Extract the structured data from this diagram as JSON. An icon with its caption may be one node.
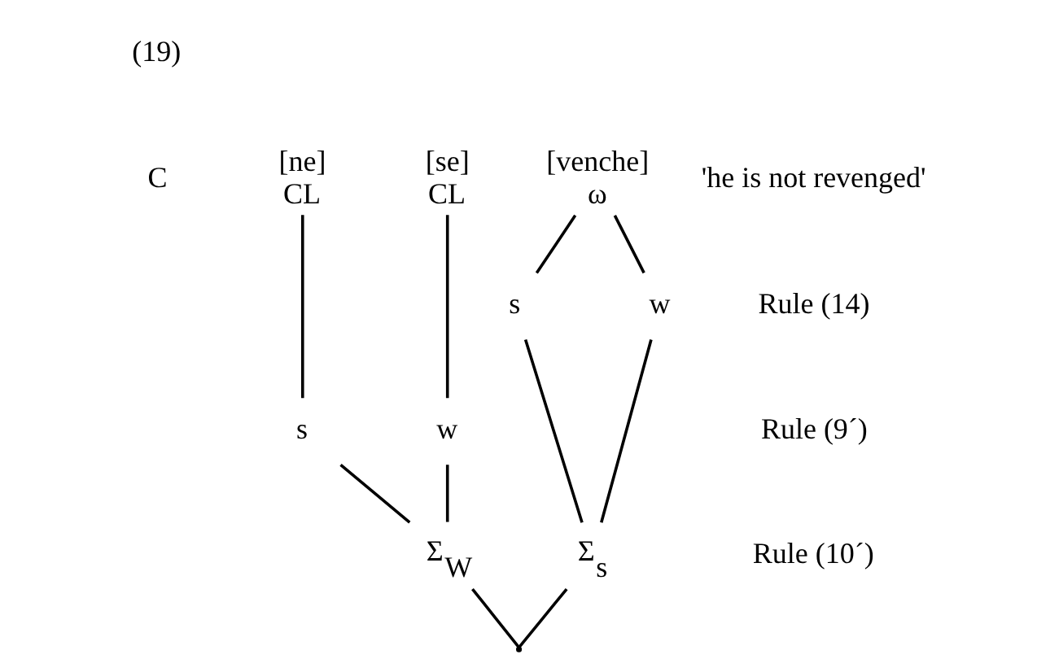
{
  "diagram": {
    "nodes": [
      {
        "text": [
          "[ne]",
          "CL"
        ]
      },
      {
        "text": [
          "[se]",
          "CL"
        ]
      },
      {
        "text": [
          "[venche]",
          "ω"
        ]
      },
      {
        "text": [
          "s"
        ]
      },
      {
        "text": [
          "w"
        ]
      },
      {
        "text": [
          "s"
        ]
      },
      {
        "text": [
          "w"
        ]
      },
      {
        "text": [
          "Σ$_{W}$"
        ]
      },
      {
        "text": [
          "Σ$_{s}$"
        ]
      },
      {
        "text": [],
        "shape": "point"
      }
    ],
    "edges": [
      {
        "from": 0,
        "to": 5,
        "arrow": "none"
      },
      {
        "from": 1,
        "to": 6,
        "arrow": "none"
      },
      {
        "from": 2,
        "to": 3,
        "arrow": "none"
      },
      {
        "from": 2,
        "to": 4,
        "arrow": "none"
      },
      {
        "from": 5,
        "to": 7,
        "arrow": "none"
      },
      {
        "from": 6,
        "to": 7,
        "arrow": "none"
      },
      {
        "from": 3,
        "to": 8,
        "arrow": "none"
      },
      {
        "from": 4,
        "to": 8,
        "arrow": "none"
      },
      {
        "from": 7,
        "to": 9,
        "arrow": "none"
      },
      {
        "from": 8,
        "to": 9,
        "arrow": "none"
      }
    ],
    "labels": [
      "(19)",
      "C",
      "'he is not revenged'",
      "Rule (14)",
      "Rule (9´)",
      "Rule (10´)"
    ]
  }
}
